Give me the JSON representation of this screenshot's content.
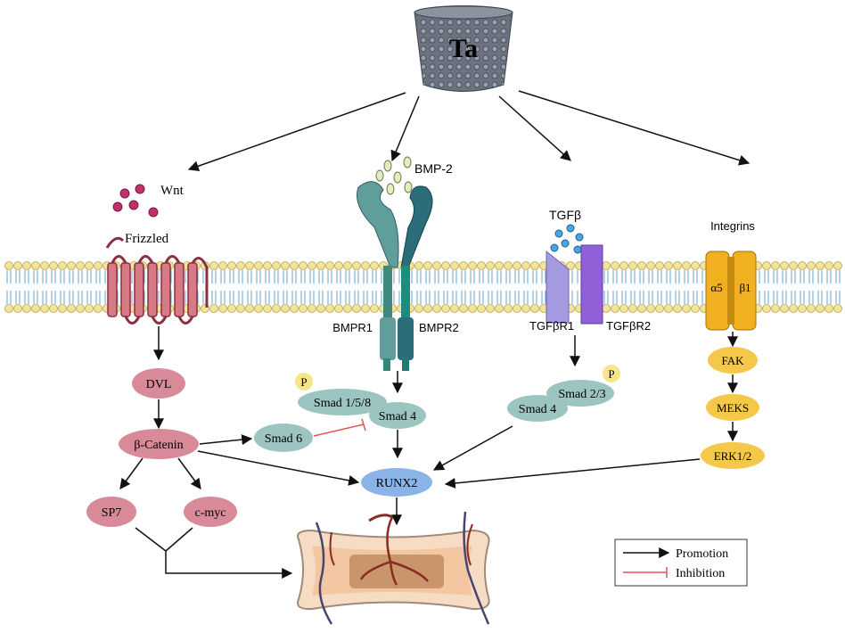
{
  "source": {
    "label": "Ta"
  },
  "wnt": {
    "ligand": "Wnt",
    "receptor": "Frizzled",
    "nodes": [
      "DVL",
      "β-Catenin",
      "SP7",
      "c-myc"
    ]
  },
  "bmp": {
    "ligand": "BMP-2",
    "receptor_left": "BMPR1",
    "receptor_right": "BMPR2",
    "phospho": "P",
    "nodes": [
      "Smad 1/5/8",
      "Smad 4",
      "Smad 6"
    ]
  },
  "tgf": {
    "ligand": "TGFβ",
    "receptor_left": "TGFβR1",
    "receptor_right": "TGFβR2",
    "phospho": "P",
    "nodes": [
      "Smad 2/3",
      "Smad 4"
    ]
  },
  "integrin": {
    "title": "Integrins",
    "alpha": "α5",
    "beta": "β1",
    "nodes": [
      "FAK",
      "MEKS",
      "ERK1/2"
    ]
  },
  "target": {
    "label": "RUNX2"
  },
  "legend": {
    "promotion": "Promotion",
    "inhibition": "Inhibition"
  },
  "colors": {
    "wnt_node": "#d98a99",
    "smad_node": "#9cc4c1",
    "integrin_node": "#f5c84a",
    "runx2": "#8ab4e8",
    "inhibition": "#e05555",
    "membrane_head": "#f2e49a",
    "frizzled": "#c8606e",
    "bmpr1": "#5f9e9a",
    "bmpr2": "#2b6d78",
    "tgfr1": "#a49ae0",
    "tgfr2": "#9060d8",
    "integrin": "#f0b020"
  }
}
